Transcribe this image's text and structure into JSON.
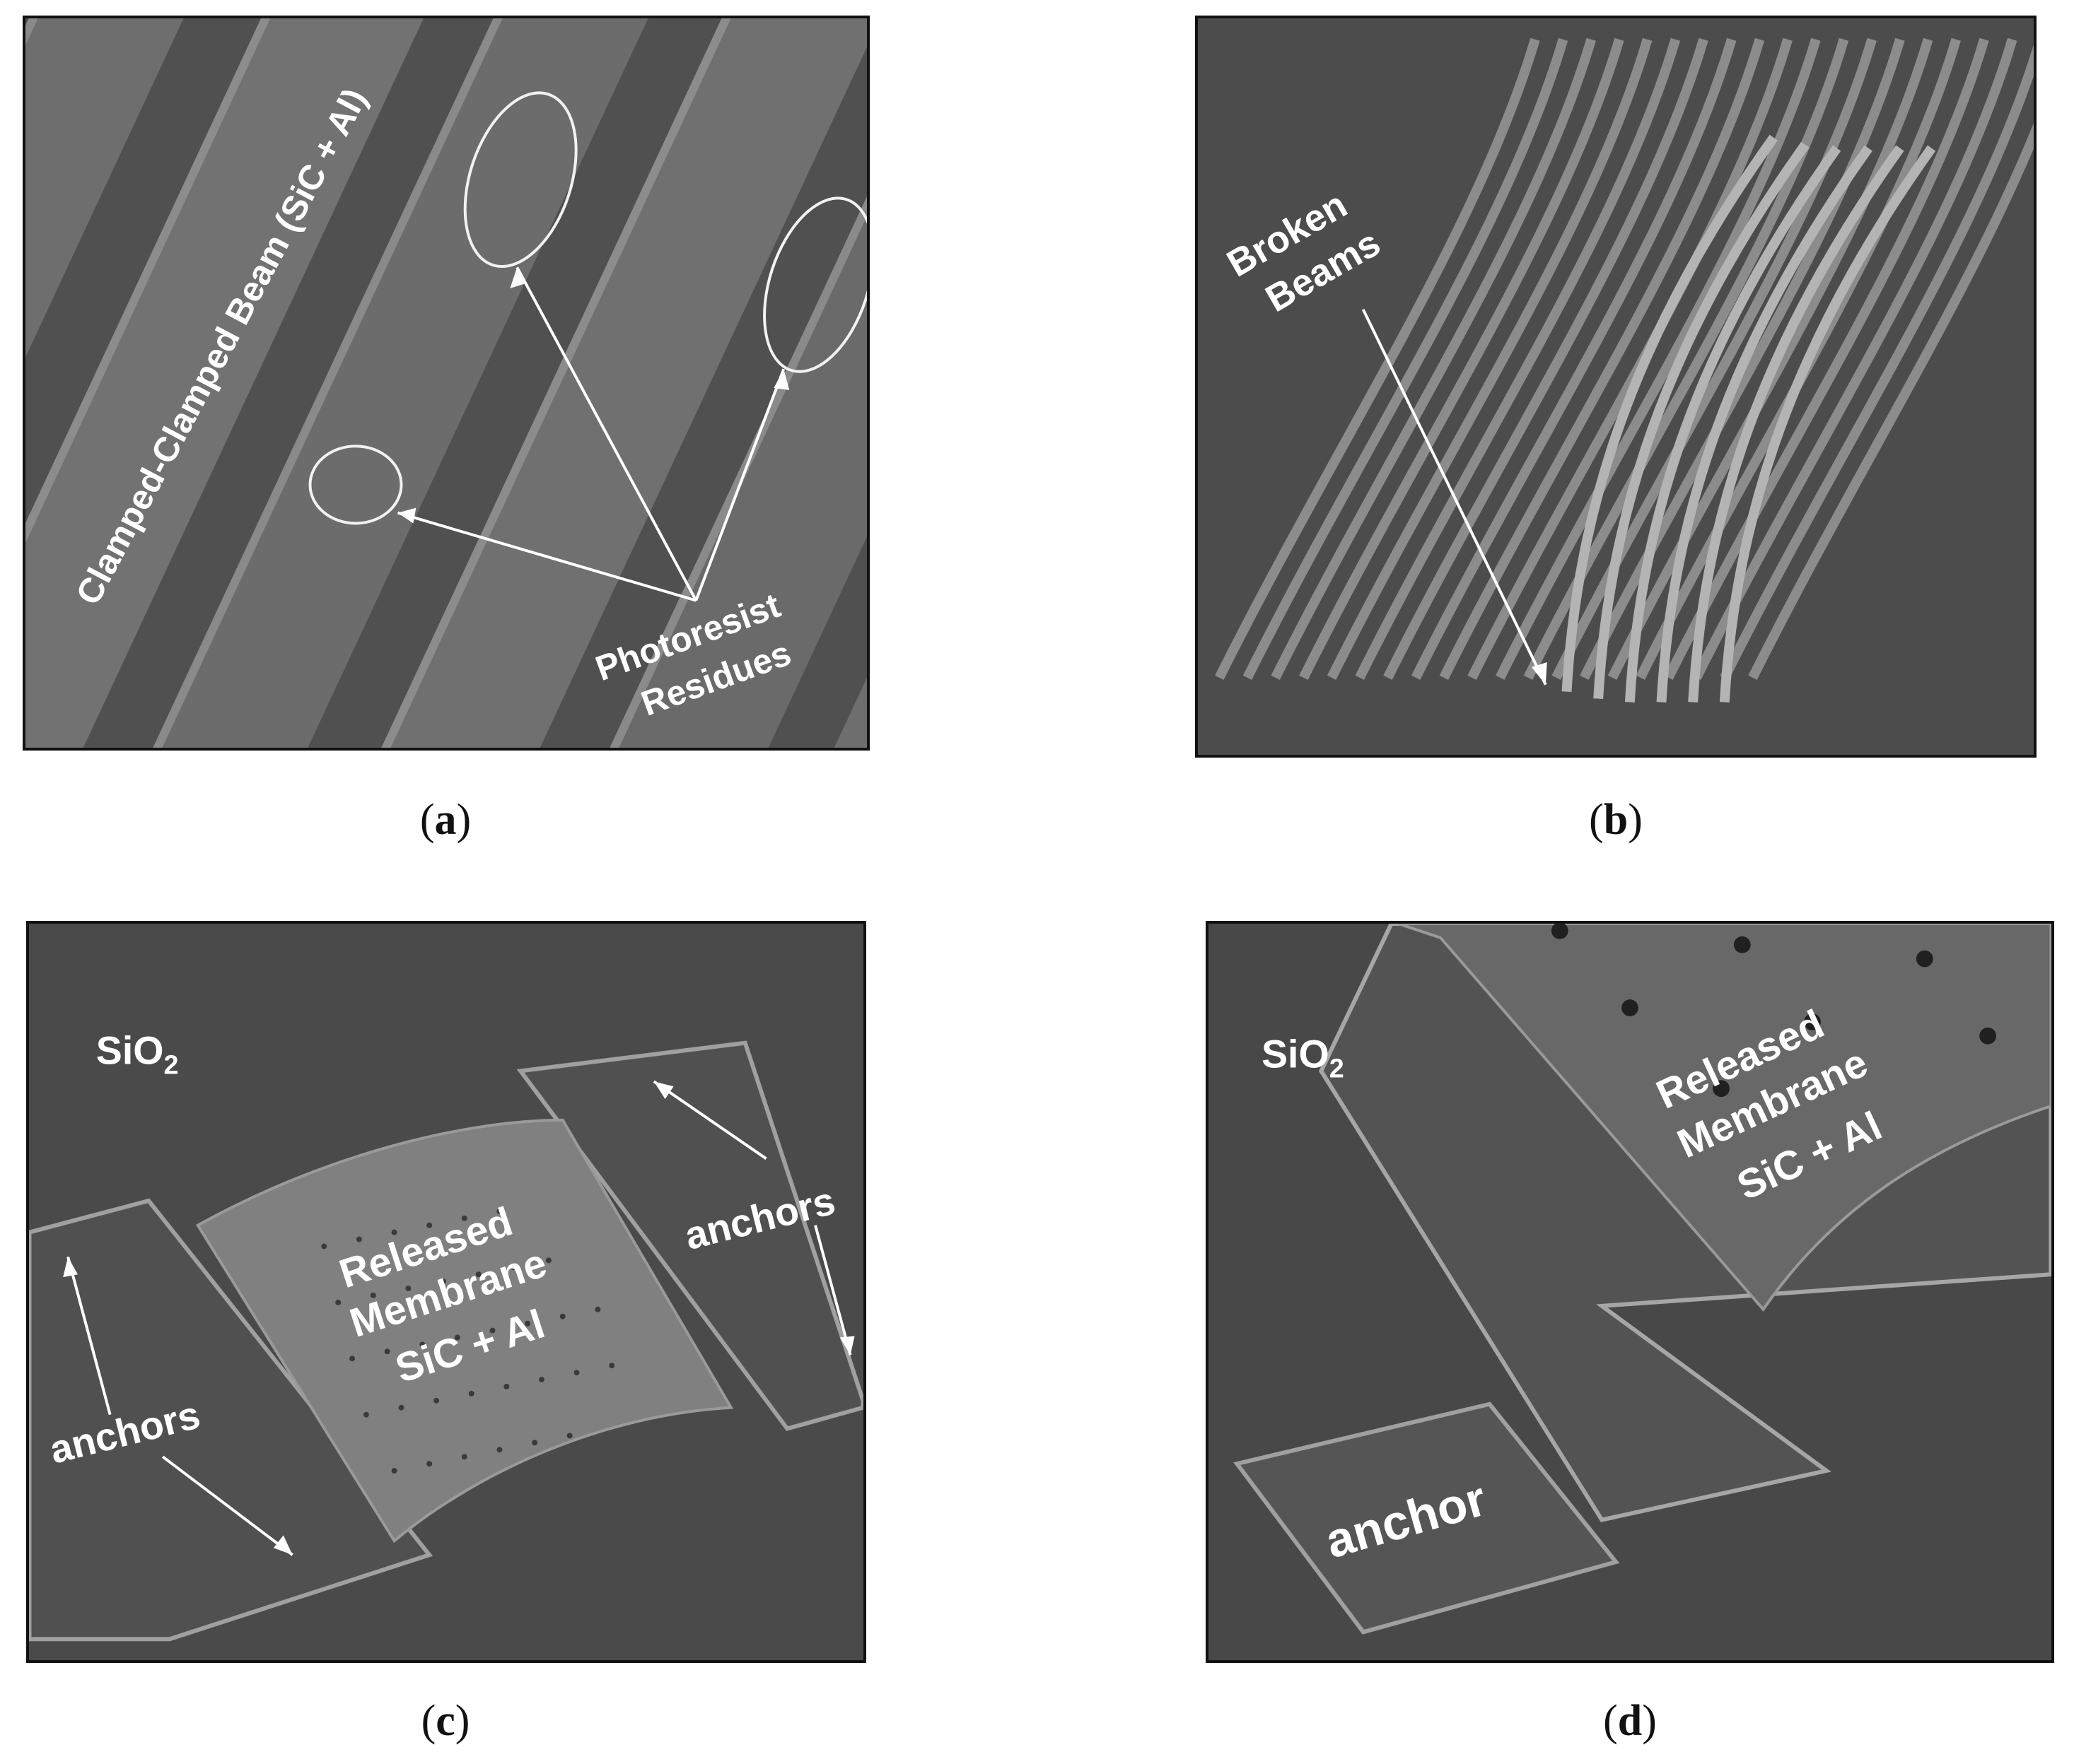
{
  "panels": {
    "a": {
      "caption_letter": "a",
      "beam_label": "Clamped-Clamped Beam (SiC + Al)",
      "residue_label_line1": "Photoresist",
      "residue_label_line2": "Residues"
    },
    "b": {
      "caption_letter": "b",
      "label_line1": "Broken",
      "label_line2": "Beams"
    },
    "c": {
      "caption_letter": "c",
      "oxide_label": "SiO",
      "oxide_subscript": "2",
      "membrane_line1": "Released",
      "membrane_line2": "Membrane",
      "membrane_line3": "SiC + Al",
      "anchors_right": "anchors",
      "anchors_left": "anchors"
    },
    "d": {
      "caption_letter": "d",
      "oxide_label": "SiO",
      "oxide_subscript": "2",
      "membrane_line1": "Released",
      "membrane_line2": "Membrane",
      "membrane_line3": "SiC + Al",
      "anchor_label": "anchor"
    }
  },
  "caption_paren_open": "(",
  "caption_paren_close": ")"
}
